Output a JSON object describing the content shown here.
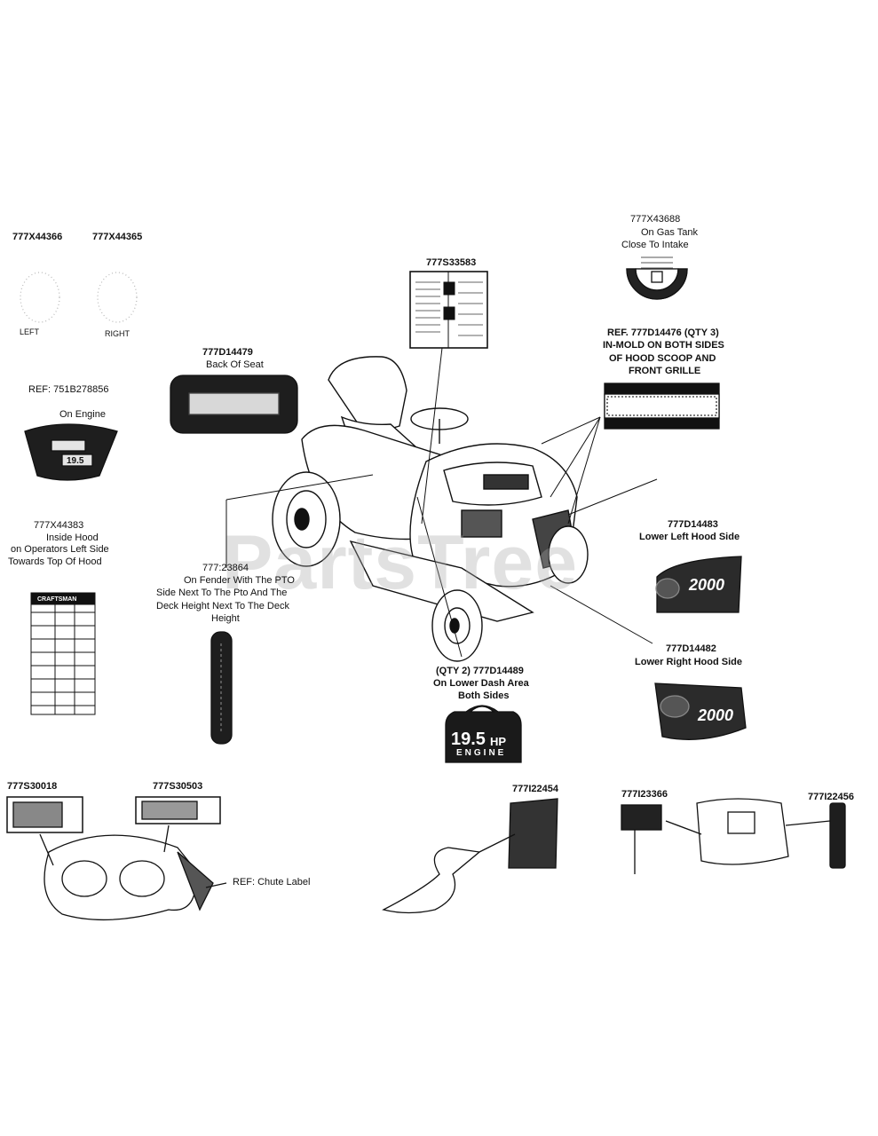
{
  "watermark": "PartsTree",
  "labels": {
    "p777x44366": "777X44366",
    "p777x44365": "777X44365",
    "left": "LEFT",
    "right": "RIGHT",
    "p777d14479": "777D14479",
    "back_of_seat": "Back Of Seat",
    "ref_751b": "REF: 751B278856",
    "on_engine": "On Engine",
    "engine_hp": "19.5",
    "p777x44383": "777X44383",
    "inside_hood": "Inside Hood",
    "on_operators": "on Operators Left Side",
    "towards_top": "Towards Top Of Hood",
    "craftsman": "CRAFTSMAN",
    "p777_23864": "777:23864",
    "on_fender_1": "On Fender With The PTO",
    "on_fender_2": "Side Next To The Pto And The",
    "on_fender_3": "Deck Height Next To The Deck",
    "on_fender_4": "Height",
    "p777s33583": "777S33583",
    "p777x43688": "777X43688",
    "on_gas_tank": "On Gas Tank",
    "close_to_intake": "Close To Intake",
    "ref_777d14476_1": "REF. 777D14476 (QTY 3)",
    "ref_777d14476_2": "IN-MOLD ON BOTH SIDES",
    "ref_777d14476_3": "OF HOOD SCOOP AND",
    "ref_777d14476_4": "FRONT GRILLE",
    "p777d14483": "777D14483",
    "lower_left_hood": "Lower Left Hood Side",
    "num_2000_a": "2000",
    "p777d14482": "777D14482",
    "lower_right_hood": "Lower Right Hood Side",
    "num_2000_b": "2000",
    "qty2": "(QTY 2)  777D14489",
    "lower_dash": "On Lower Dash Area",
    "both_sides": "Both Sides",
    "hp_big": "19.5",
    "hp_unit": "HP",
    "engine_word": "ENGINE",
    "p777s30018": "777S30018",
    "p777s30503": "777S30503",
    "ref_chute": "REF: Chute Label",
    "p777i22454": "777I22454",
    "p777i23366": "777I23366",
    "p777i22456": "777I22456"
  }
}
